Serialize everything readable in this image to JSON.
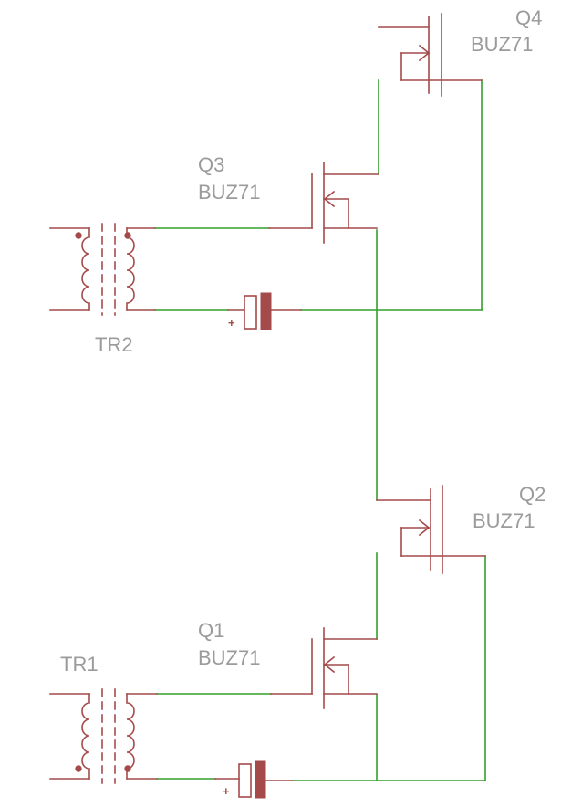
{
  "diagram": {
    "transistors": [
      {
        "ref": "Q4",
        "part": "BUZ71"
      },
      {
        "ref": "Q3",
        "part": "BUZ71"
      },
      {
        "ref": "Q2",
        "part": "BUZ71"
      },
      {
        "ref": "Q1",
        "part": "BUZ71"
      }
    ],
    "transformers": [
      {
        "ref": "TR2"
      },
      {
        "ref": "TR1"
      }
    ],
    "capacitor_polarity": "+",
    "colors": {
      "wire": "#33a02c",
      "component": "#a44a4a",
      "label": "#9b9b9b"
    }
  }
}
